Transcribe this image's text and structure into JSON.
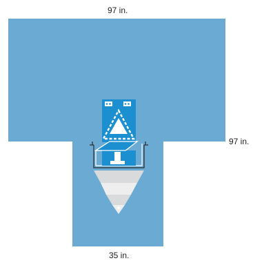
{
  "dimensions": {
    "top_width": "97 in.",
    "side_length": "97 in.",
    "bottom_width": "35 in."
  },
  "colors": {
    "drape": "#6aaad3",
    "fenestration_panel": "#1b8fcf",
    "pouch_band": "#d9dadb",
    "outline": "#2a2a2a",
    "white": "#ffffff"
  },
  "icons": {
    "panel": "triangle-fenestration-icon",
    "pouch": "collection-pouch-icon"
  }
}
